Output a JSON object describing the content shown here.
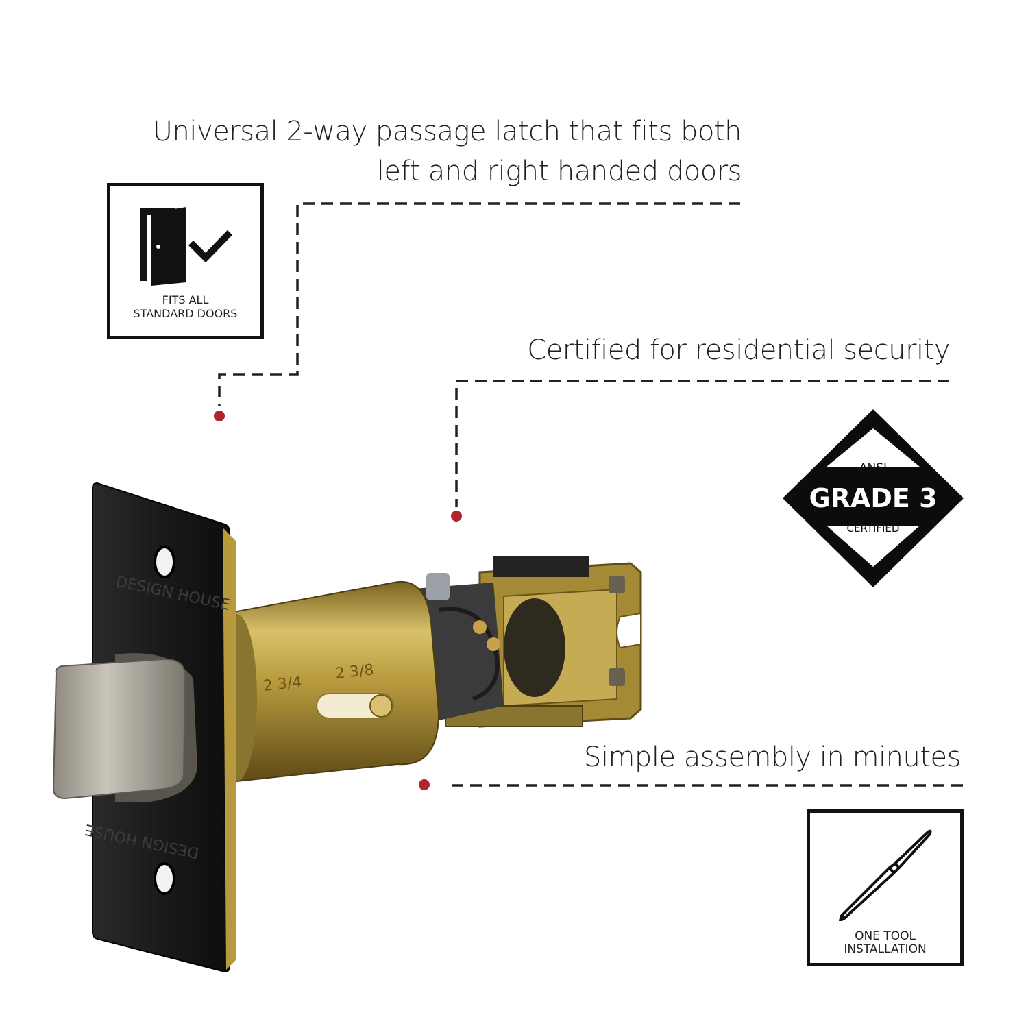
{
  "callouts": {
    "passage_line1": "Universal 2-way passage latch that fits both",
    "passage_line2": "left and right handed doors",
    "security": "Certified for residential security",
    "assembly": "Simple assembly in minutes"
  },
  "badges": {
    "doors_line1": "FITS ALL",
    "doors_line2": "STANDARD DOORS",
    "tool_line1": "ONE TOOL",
    "tool_line2": "INSTALLATION",
    "ansi_top": "ANSI",
    "ansi_grade": "GRADE 3",
    "ansi_bottom": "CERTIFIED"
  },
  "product": {
    "engraving": "DESIGN HOUSE",
    "backset_a": "2 3/4",
    "backset_b": "2 3/8"
  },
  "colors": {
    "text": "#231f20",
    "marker": "#b0242b",
    "plate": "#1a1a1a",
    "brass": "#b89a3e",
    "nickel": "#a8a39a"
  },
  "icons": [
    "door-icon",
    "checkmark-icon",
    "screwdriver-icon"
  ]
}
